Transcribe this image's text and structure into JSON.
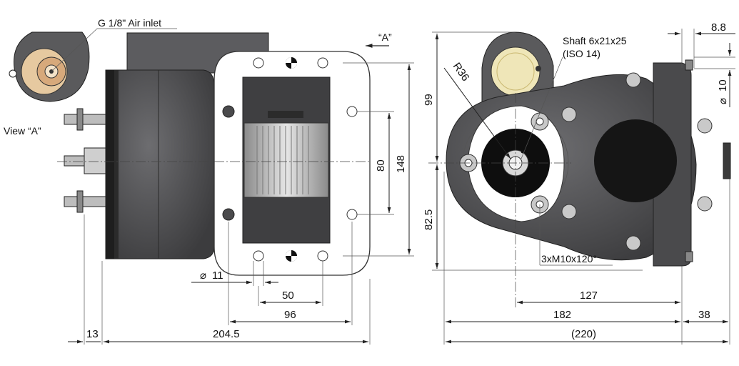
{
  "callouts": {
    "air_inlet": "G 1/8\" Air inlet",
    "view_a": "View “A”",
    "arrow_a": "“A”",
    "shaft_line1": "Shaft 6x21x25",
    "shaft_line2": "(ISO 14)",
    "radius": "R36",
    "bolts": "3xM10x120°"
  },
  "dimensions_left": {
    "d11": "11",
    "d50": "50",
    "d96": "96",
    "d13": "13",
    "d204_5": "204.5",
    "d80": "80",
    "d148": "148"
  },
  "dimensions_right": {
    "d99": "99",
    "d82_5": "82.5",
    "d8_8": "8.8",
    "d10": "10",
    "d127": "127",
    "d182": "182",
    "d38": "38",
    "d220": "220"
  },
  "symbols": {
    "diameter": "⌀"
  },
  "colors": {
    "body_dark": "#4a4a4c",
    "body_mid": "#6b6b6e",
    "flange_outline": "#333333",
    "fitting_tan": "#e6c9a0",
    "shaft_yellow": "#efe6b8",
    "gear_silver": "#c8c8c8",
    "line": "#222222"
  }
}
